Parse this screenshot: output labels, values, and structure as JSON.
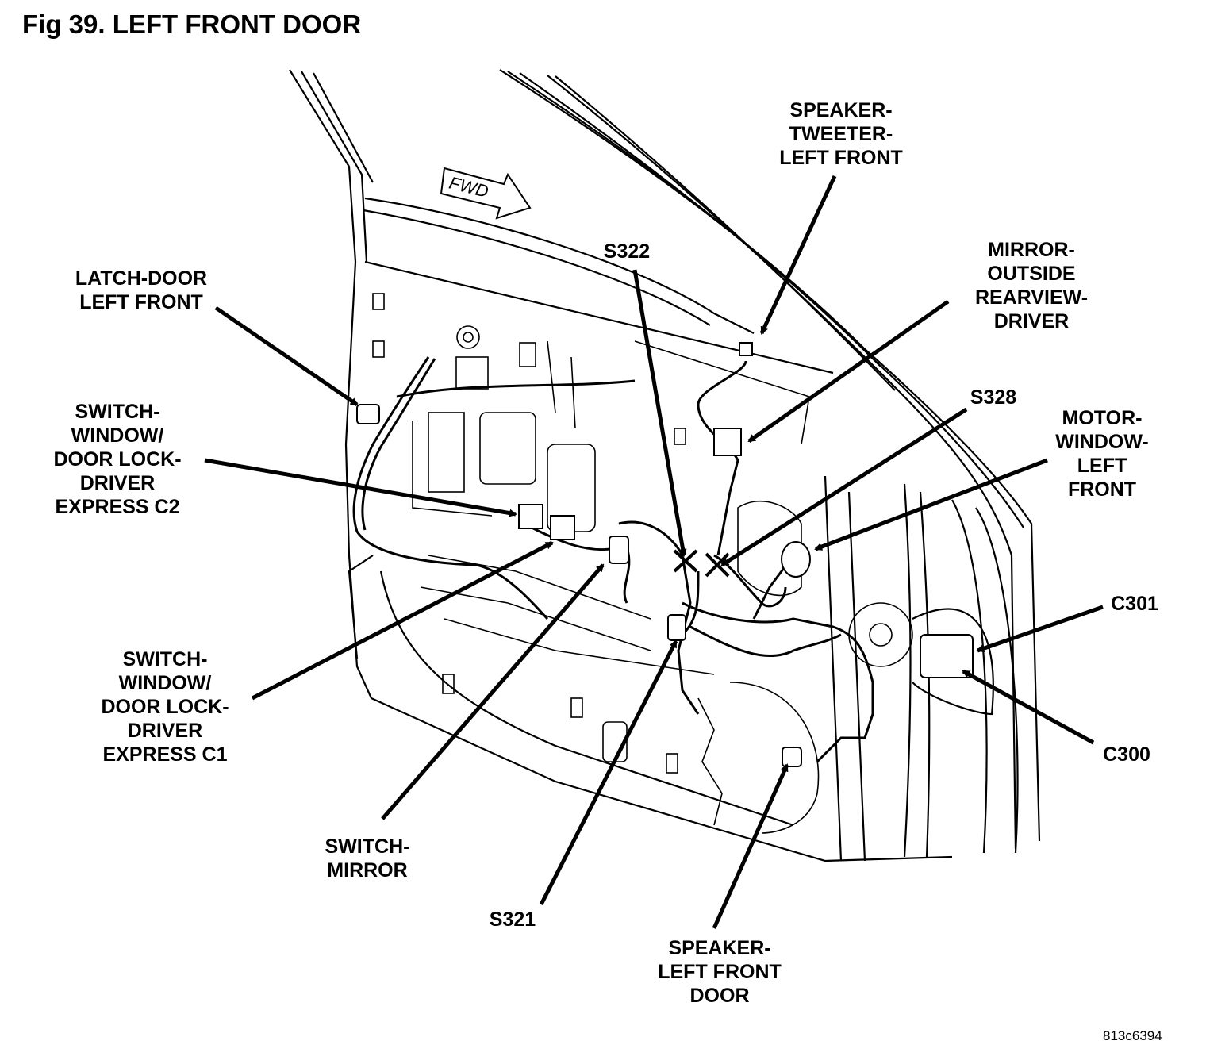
{
  "figure": {
    "title": "Fig 39. LEFT FRONT DOOR",
    "reference_code": "813c6394",
    "direction_marker": "FWD"
  },
  "callouts": [
    {
      "id": "speaker-tweeter",
      "lines": [
        "SPEAKER-",
        "TWEETER-",
        "LEFT FRONT"
      ]
    },
    {
      "id": "s322",
      "lines": [
        "S322"
      ]
    },
    {
      "id": "mirror-outside",
      "lines": [
        "MIRROR-",
        "OUTSIDE",
        "REARVIEW-",
        "DRIVER"
      ]
    },
    {
      "id": "latch-door",
      "lines": [
        "LATCH-DOOR",
        "LEFT FRONT"
      ]
    },
    {
      "id": "s328",
      "lines": [
        "S328"
      ]
    },
    {
      "id": "motor-window",
      "lines": [
        "MOTOR-",
        "WINDOW-",
        "LEFT",
        "FRONT"
      ]
    },
    {
      "id": "switch-c2",
      "lines": [
        "SWITCH-",
        "WINDOW/",
        "DOOR LOCK-",
        "DRIVER",
        "EXPRESS C2"
      ]
    },
    {
      "id": "c301",
      "lines": [
        "C301"
      ]
    },
    {
      "id": "switch-c1",
      "lines": [
        "SWITCH-",
        "WINDOW/",
        "DOOR LOCK-",
        "DRIVER",
        "EXPRESS C1"
      ]
    },
    {
      "id": "c300",
      "lines": [
        "C300"
      ]
    },
    {
      "id": "switch-mirror",
      "lines": [
        "SWITCH-",
        "MIRROR"
      ]
    },
    {
      "id": "s321",
      "lines": [
        "S321"
      ]
    },
    {
      "id": "speaker-door",
      "lines": [
        "SPEAKER-",
        "LEFT FRONT",
        "DOOR"
      ]
    }
  ]
}
